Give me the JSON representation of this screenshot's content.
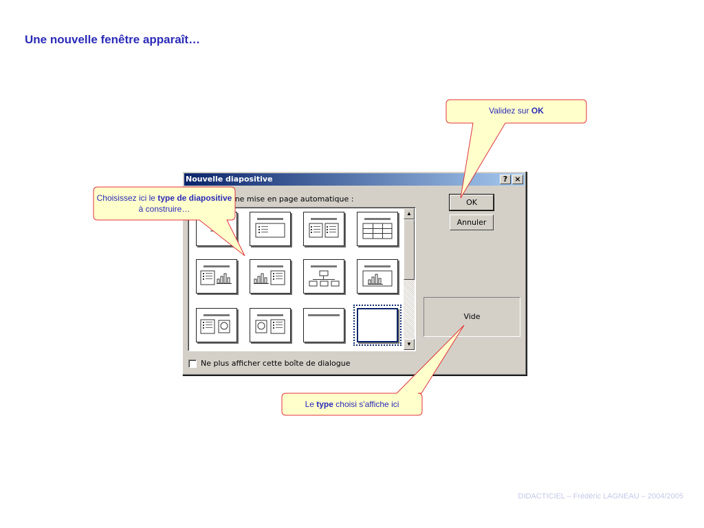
{
  "slide": {
    "title": "Une nouvelle fenêtre apparaît…",
    "footer": "DIDACTICIEL – Frédéric LAGNEAU – 2004/2005"
  },
  "dialog": {
    "title": "Nouvelle diapositive",
    "help_label": "?",
    "close_label": "×",
    "choose_label": "Choisissez une mise en page automatique :",
    "ok_label": "OK",
    "cancel_label": "Annuler",
    "preview_label": "Vide",
    "checkbox_label": "Ne plus afficher cette boîte de dialogue",
    "checkbox_checked": false,
    "scroll_up": "▲",
    "scroll_down": "▼",
    "selected_layout_index": 11,
    "layouts": [
      {
        "icon": "title-slide-icon"
      },
      {
        "icon": "bulleted-list-icon"
      },
      {
        "icon": "two-column-text-icon"
      },
      {
        "icon": "table-icon"
      },
      {
        "icon": "text-and-chart-icon"
      },
      {
        "icon": "chart-and-text-icon"
      },
      {
        "icon": "organization-chart-icon"
      },
      {
        "icon": "chart-icon"
      },
      {
        "icon": "text-and-clip-art-icon"
      },
      {
        "icon": "clip-art-and-text-icon"
      },
      {
        "icon": "title-only-icon"
      },
      {
        "icon": "blank-icon"
      }
    ]
  },
  "callouts": {
    "type": {
      "before": "Choisissez ici le ",
      "bold": "type de diapositive",
      "after": " à construire…"
    },
    "ok": {
      "before": "Validez sur ",
      "bold": "OK",
      "after": ""
    },
    "preview": {
      "before": "Le ",
      "bold": "type",
      "after": " choisi s'affiche ici"
    }
  },
  "colors": {
    "accent": "#2a2ab8",
    "callout_fill": "#ffffcc",
    "callout_border": "#e0303a",
    "titlebar": "#0a246a"
  }
}
